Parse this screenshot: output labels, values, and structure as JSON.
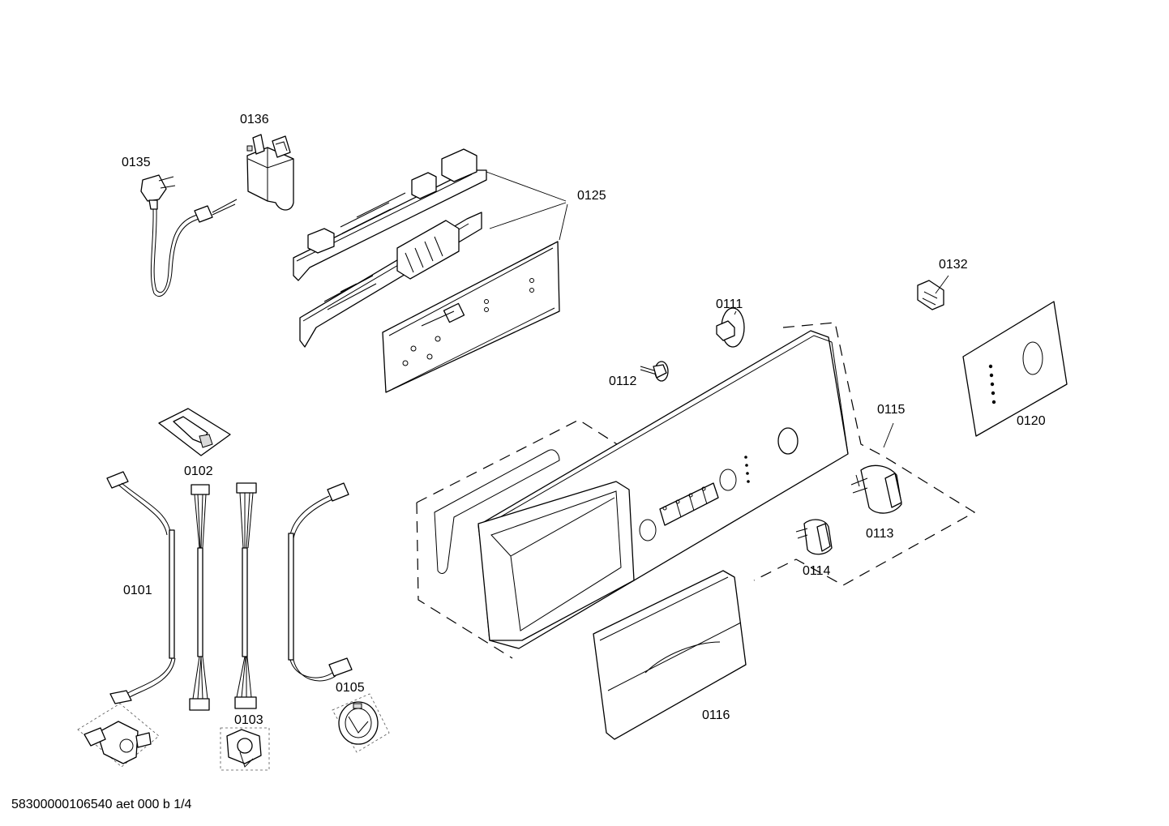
{
  "diagram": {
    "parts": [
      {
        "id": "p0135",
        "number": "0135"
      },
      {
        "id": "p0136",
        "number": "0136"
      },
      {
        "id": "p0125",
        "number": "0125"
      },
      {
        "id": "p0132",
        "number": "0132"
      },
      {
        "id": "p0111",
        "number": "0111"
      },
      {
        "id": "p0112",
        "number": "0112"
      },
      {
        "id": "p0115",
        "number": "0115"
      },
      {
        "id": "p0120",
        "number": "0120"
      },
      {
        "id": "p0102",
        "number": "0102"
      },
      {
        "id": "p0101",
        "number": "0101"
      },
      {
        "id": "p0113",
        "number": "0113"
      },
      {
        "id": "p0114",
        "number": "0114"
      },
      {
        "id": "p0105",
        "number": "0105"
      },
      {
        "id": "p0103",
        "number": "0103"
      },
      {
        "id": "p0116",
        "number": "0116"
      }
    ],
    "footer": "58300000106540 aet 000 b 1/4"
  }
}
